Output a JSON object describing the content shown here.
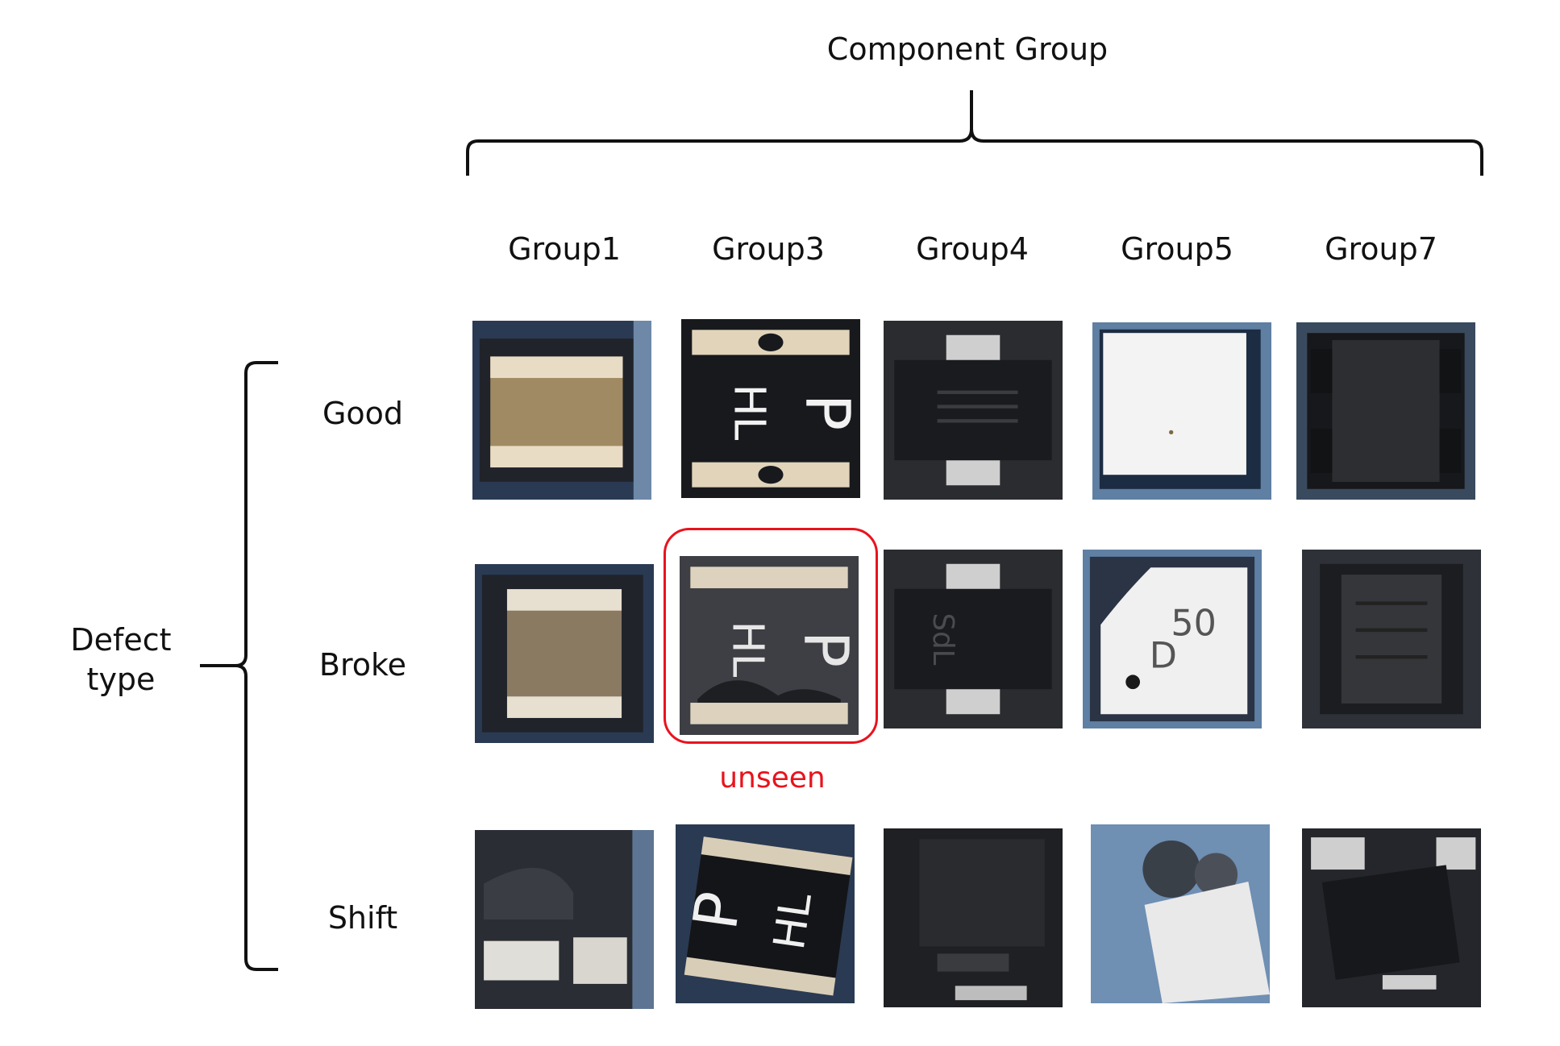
{
  "title": "Component Group",
  "row_axis_label": "Defect type",
  "columns": [
    "Group1",
    "Group3",
    "Group4",
    "Group5",
    "Group7"
  ],
  "rows": [
    "Good",
    "Broke",
    "Shift"
  ],
  "highlight": {
    "row": "Broke",
    "column": "Group3",
    "label": "unseen",
    "color": "#e8131d"
  },
  "tile_markings": {
    "group3_good": [
      "P",
      "HL"
    ],
    "group4_broke": "SdL",
    "group5_broke": [
      "50",
      "D"
    ],
    "group3_shift": [
      "P",
      "HL"
    ]
  }
}
